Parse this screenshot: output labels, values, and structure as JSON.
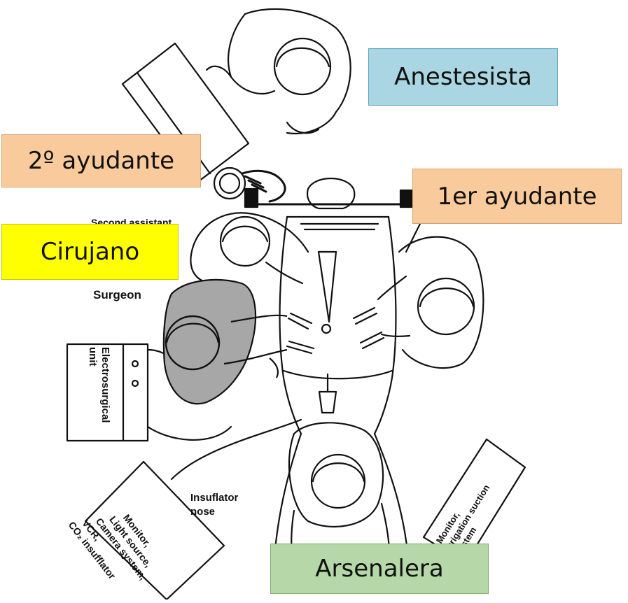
{
  "labels": {
    "anestesista": "Anestesista",
    "segundo_ayudante": "2º ayudante",
    "primer_ayudante": "1er ayudante",
    "cirujano": "Cirujano",
    "arsenalera": "Arsenalera"
  },
  "printed_text": {
    "second_assistant": "Second assistant",
    "surgeon": "Surgeon",
    "electrosurgical_line1": "Electrosurgical",
    "electrosurgical_line2": "unit",
    "insuflator_line1": "Insuflator",
    "insuflator_line2": "nose",
    "left_cart_lines": [
      "Monitor,",
      "Light source,",
      "Camera system,",
      "VCR,",
      "CO₂ insufflator"
    ],
    "right_cart_lines": [
      "Monitor,",
      "irrigation suction",
      "system"
    ]
  },
  "colors": {
    "anestesista_bg": "#a9d6e2",
    "anestesista_border": "#5aa6bb",
    "ayudante_bg": "#f9cb9c",
    "ayudante_border": "#d9a36b",
    "cirujano_bg": "#ffff00",
    "cirujano_border": "#c8c800",
    "arsenalera_bg": "#b6d7a8",
    "arsenalera_border": "#7fae6b"
  }
}
